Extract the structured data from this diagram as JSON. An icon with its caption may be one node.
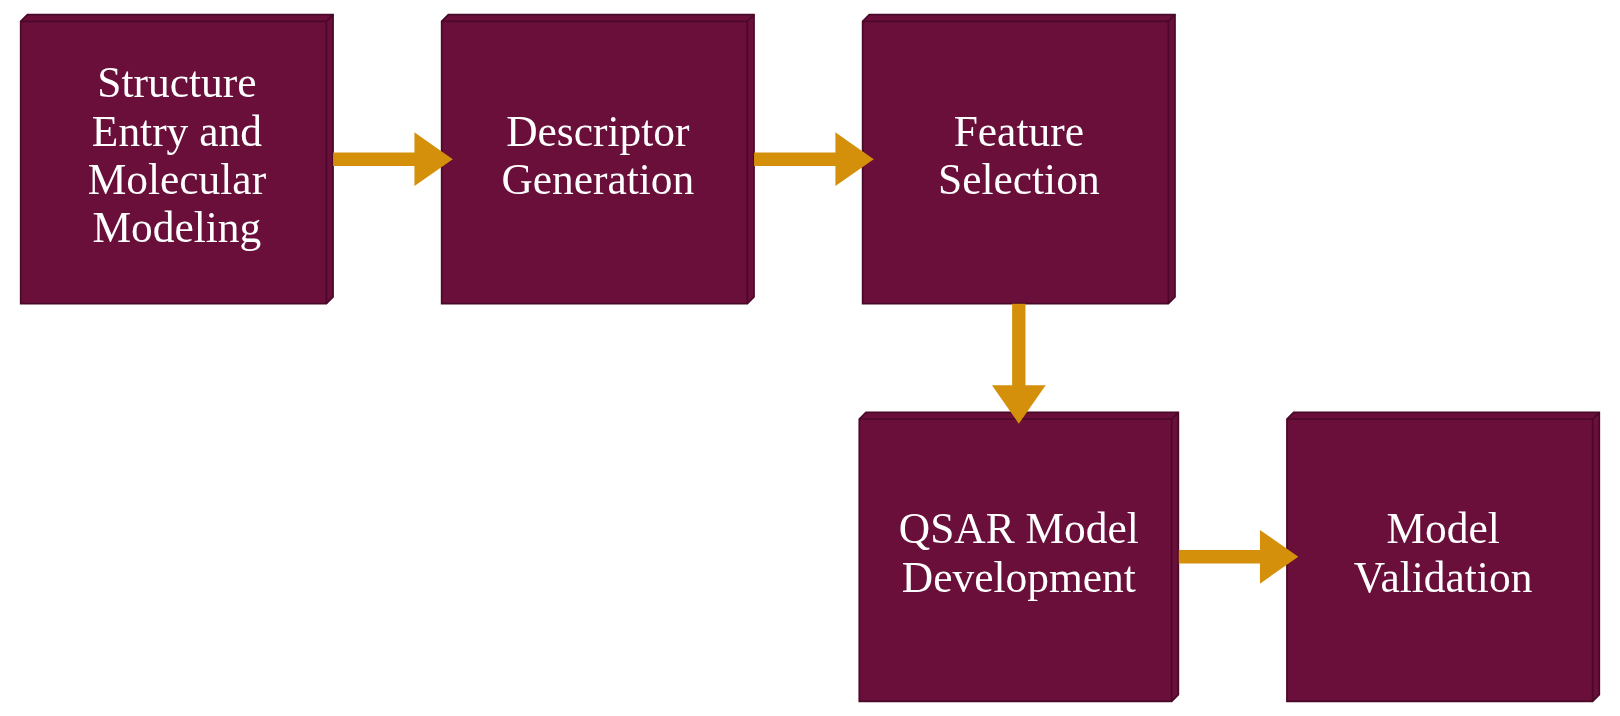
{
  "diagram": {
    "nodes": [
      {
        "text": [
          "Structure Entry and Molecular Modeling"
        ]
      },
      {
        "text": [
          "Descriptor Generation"
        ]
      },
      {
        "text": [
          "Feature Selection"
        ]
      },
      {
        "text": [
          "QSAR Model Development"
        ]
      },
      {
        "text": [
          "Model Validation"
        ]
      }
    ],
    "edges": [
      {
        "from": 0,
        "to": 1,
        "arrow": "to"
      },
      {
        "from": 1,
        "to": 2,
        "arrow": "to"
      },
      {
        "from": 2,
        "to": 3,
        "arrow": "to"
      },
      {
        "from": 3,
        "to": 4,
        "arrow": "to"
      }
    ]
  }
}
